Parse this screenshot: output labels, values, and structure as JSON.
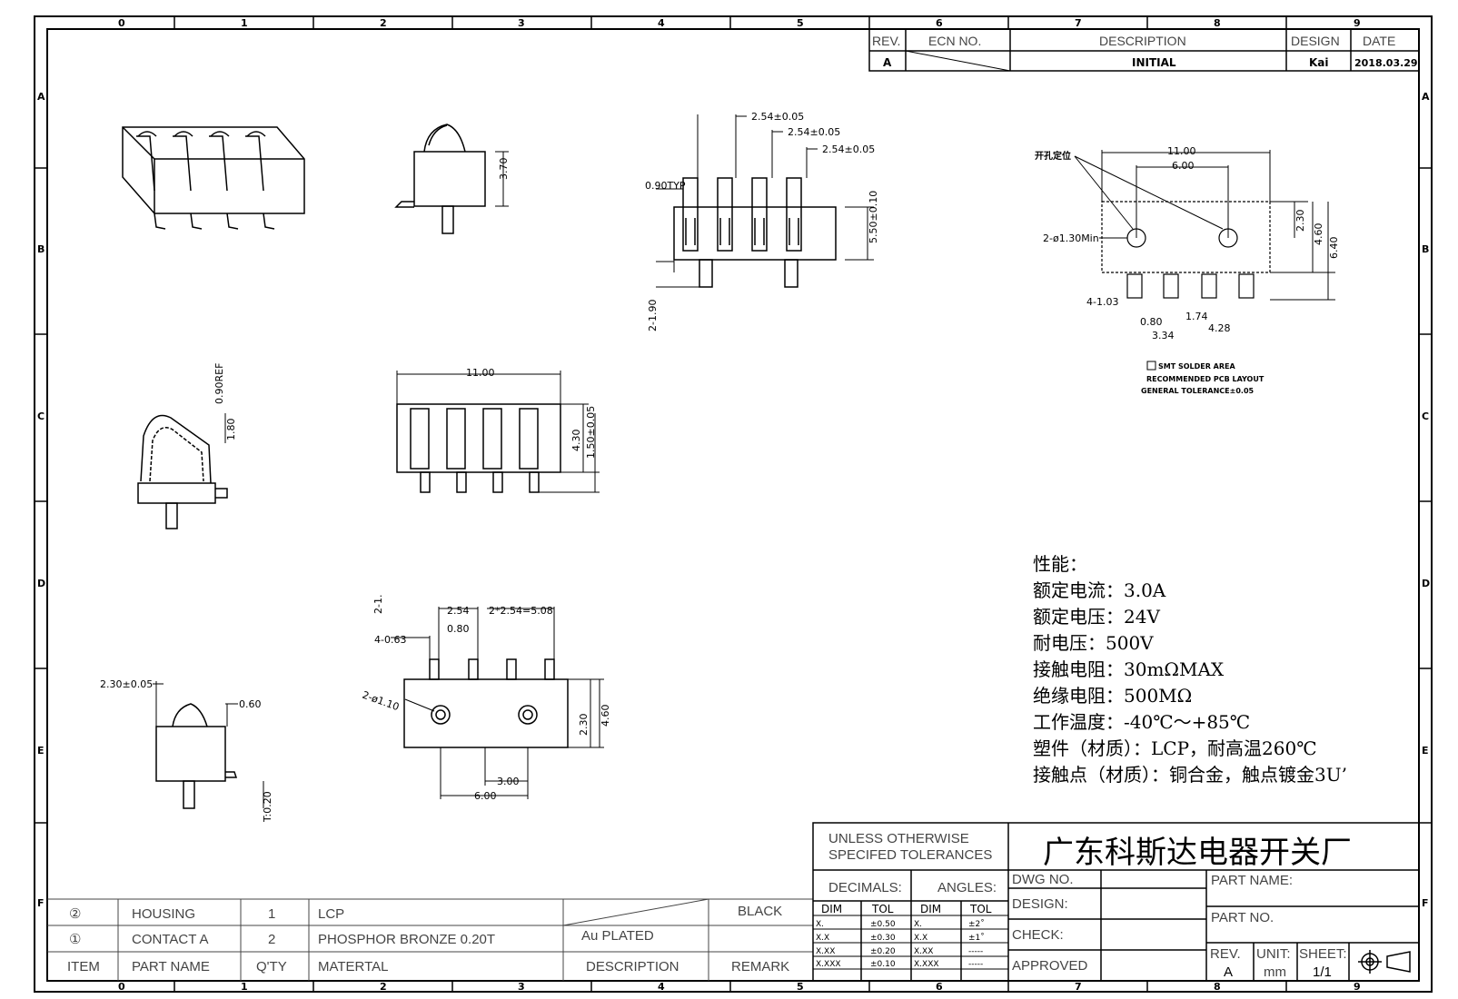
{
  "grid": {
    "cols": [
      "0",
      "1",
      "2",
      "3",
      "4",
      "5",
      "6",
      "7",
      "8",
      "9"
    ],
    "rows": [
      "A",
      "B",
      "C",
      "D",
      "E",
      "F"
    ]
  },
  "revision_block": {
    "headers": {
      "rev": "REV.",
      "ecn": "ECN NO.",
      "description": "DESCRIPTION",
      "design": "DESIGN",
      "date": "DATE"
    },
    "row": {
      "rev": "A",
      "description": "INITIAL",
      "design": "Kai",
      "date": "2018.03.29"
    }
  },
  "dims": {
    "pitch1": "2.54±0.05",
    "pitch2": "2.54±0.05",
    "pitch3": "2.54±0.05",
    "typ": "0.90TYP",
    "h550": "5.50±0.10",
    "pin190": "2-1.90",
    "h370": "3.70",
    "ref090": "0.90REF",
    "h180": "1.80",
    "w1100": "11.00",
    "h430": "4.30",
    "h150": "1.50±0.05",
    "w230": "2.30±0.05",
    "w060": "0.60",
    "t020": "T:0.20",
    "b21": "2-1.",
    "b254": "2.54",
    "b508": "2*2.54=5.08",
    "b080": "0.80",
    "b063": "4-0.63",
    "b110": "2-ø1.10",
    "b230": "2.30",
    "b460": "4.60",
    "b300": "3.00",
    "b600": "6.00"
  },
  "pcb": {
    "label_hole": "开孔定位",
    "w11": "11.00",
    "w6": "6.00",
    "hole": "2-ø1.30Min",
    "h230": "2.30",
    "h460": "4.60",
    "h640": "6.40",
    "pad": "4-1.03",
    "d080": "0.80",
    "d174": "1.74",
    "d334": "3.34",
    "d428": "4.28",
    "legend_smt": "SMT SOLDER AREA",
    "legend_pcb": "RECOMMENDED PCB LAYOUT",
    "legend_tol": "GENERAL TOLERANCE±0.05"
  },
  "specs": [
    "性能：",
    "额定电流：3.0A",
    "额定电压：24V",
    "耐电压：500V",
    "接触电阻：30mΩMAX",
    "绝缘电阻：500MΩ",
    "工作温度：-40℃～+85℃",
    "塑件（材质）：LCP，耐高温260℃",
    "接触点（材质）：铜合金，触点镀金3U’"
  ],
  "bom": {
    "rows": [
      {
        "item": "②",
        "part": "HOUSING",
        "qty": "1",
        "material": "LCP",
        "description": "",
        "remark": "BLACK"
      },
      {
        "item": "①",
        "part": "CONTACT A",
        "qty": "2",
        "material": "PHOSPHOR BRONZE 0.20T",
        "description": "Au PLATED",
        "remark": ""
      }
    ],
    "header": {
      "item": "ITEM",
      "part": "PART NAME",
      "qty": "Q'TY",
      "material": "MATERTAL",
      "description": "DESCRIPTION",
      "remark": "REMARK"
    }
  },
  "title_block": {
    "unless": "UNLESS OTHERWISE",
    "specified": "SPECIFED TOLERANCES",
    "company": "广东科斯达电器开关厂",
    "decimals": "DECIMALS:",
    "angles": "ANGLES:",
    "dim": "DIM",
    "tol": "TOL",
    "dec_rows": [
      [
        "X.",
        "±0.50"
      ],
      [
        "X.X",
        "±0.30"
      ],
      [
        "X.XX",
        "±0.20"
      ],
      [
        "X.XXX",
        "±0.10"
      ]
    ],
    "ang_rows": [
      [
        "X.",
        "±2˚"
      ],
      [
        "X.X",
        "±1˚"
      ],
      [
        "X.XX",
        "-----"
      ],
      [
        "X.XXX",
        "-----"
      ]
    ],
    "dwg_no": "DWG NO.",
    "design": "DESIGN:",
    "check": "CHECK:",
    "approved": "APPROVED",
    "part_name": "PART NAME:",
    "part_no": "PART NO.",
    "rev": "REV.",
    "rev_val": "A",
    "unit": "UNIT:",
    "unit_val": "mm",
    "sheet": "SHEET:",
    "sheet_val": "1/1"
  }
}
